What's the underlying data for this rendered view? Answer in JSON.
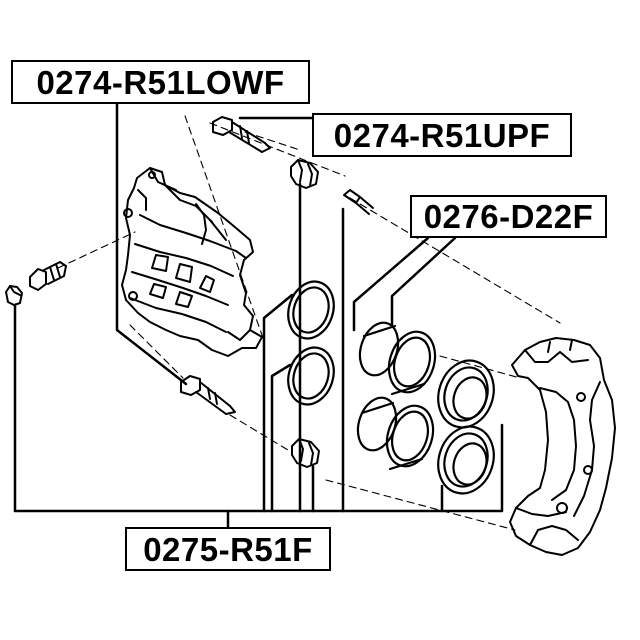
{
  "labels": {
    "caliper_bracket_bolt_lower": "0274-R51LOWF",
    "caliper_bracket_bolt_upper": "0274-R51UPF",
    "caliper_pistons": "0276-D22F",
    "caliper_repair_kit": "0275-R51F"
  },
  "colors": {
    "line": "#000000",
    "background": "#ffffff"
  }
}
